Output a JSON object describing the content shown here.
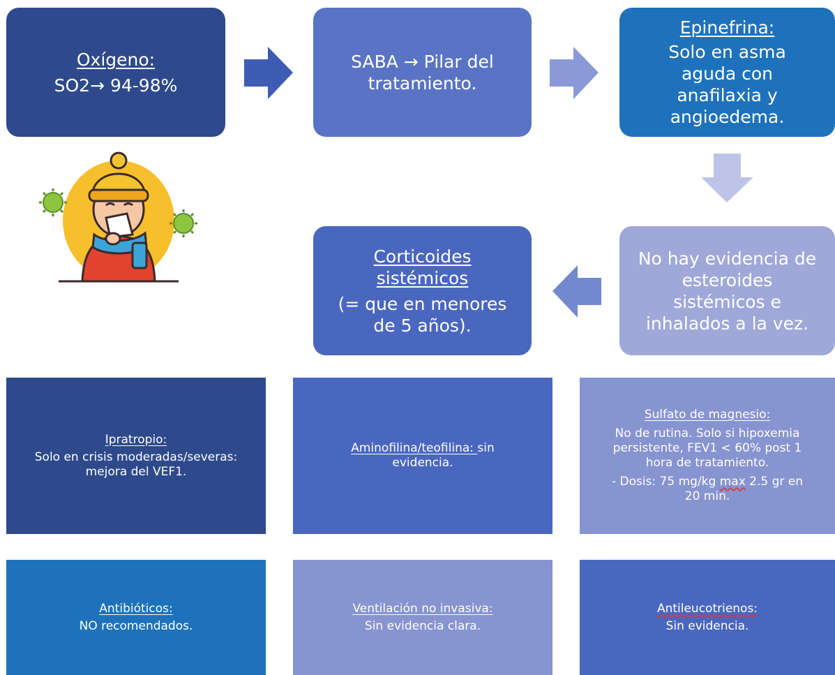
{
  "flow": {
    "oxigeno": {
      "title": "Oxígeno:",
      "text": "SO2→ 94-98%"
    },
    "saba": {
      "line1": "SABA → Pilar del",
      "line2": "tratamiento."
    },
    "epinefrina": {
      "title": "Epinefrina:",
      "lines": [
        "Solo en asma",
        "aguda con",
        "anafilaxia y",
        "angioedema."
      ]
    },
    "evidencia": {
      "lines": [
        "No hay evidencia de",
        "esteroides",
        "sistémicos e",
        "inhalados a la vez."
      ]
    },
    "corticoides": {
      "title1": "Corticoides",
      "title2": "sistémicos",
      "lines": [
        "(= que en menores",
        "de 5 años)."
      ]
    }
  },
  "cards": {
    "ipratropio": {
      "title": "Ipratropio:",
      "lines": [
        "Solo en crisis moderadas/severas:",
        "mejora del VEF1."
      ]
    },
    "aminofilina": {
      "title": "Aminofilina/teofilina: ",
      "text1": "sin",
      "text2": "evidencia."
    },
    "magnesio": {
      "title": "Sulfato de magnesio:",
      "lines": [
        "No de rutina. Solo si hipoxemia",
        "persistente, FEV1 < 60% post 1",
        "hora de tratamiento."
      ],
      "dose_pre": "- Dosis: 75 mg/kg ",
      "dose_max": "max",
      "dose_post": " 2.5 gr en",
      "dose_line2": "20 min."
    },
    "antibioticos": {
      "title": "Antibióticos:",
      "text": "NO recomendados."
    },
    "ventilacion": {
      "title": "Ventilación no invasiva:",
      "text": "Sin evidencia clara."
    },
    "antileucotrienos": {
      "title": "Antileucotrienos:",
      "text": "Sin evidencia."
    }
  },
  "colors": {
    "navy": "#2e4a8c",
    "medium_blue": "#4a67c0",
    "periwinkle": "#5a74c5",
    "bright_blue": "#1e72bb",
    "light_periwinkle": "#8694d0",
    "lavender": "#9fa8d8"
  },
  "icons": [
    "sick-person-illustration",
    "virus-icon"
  ]
}
